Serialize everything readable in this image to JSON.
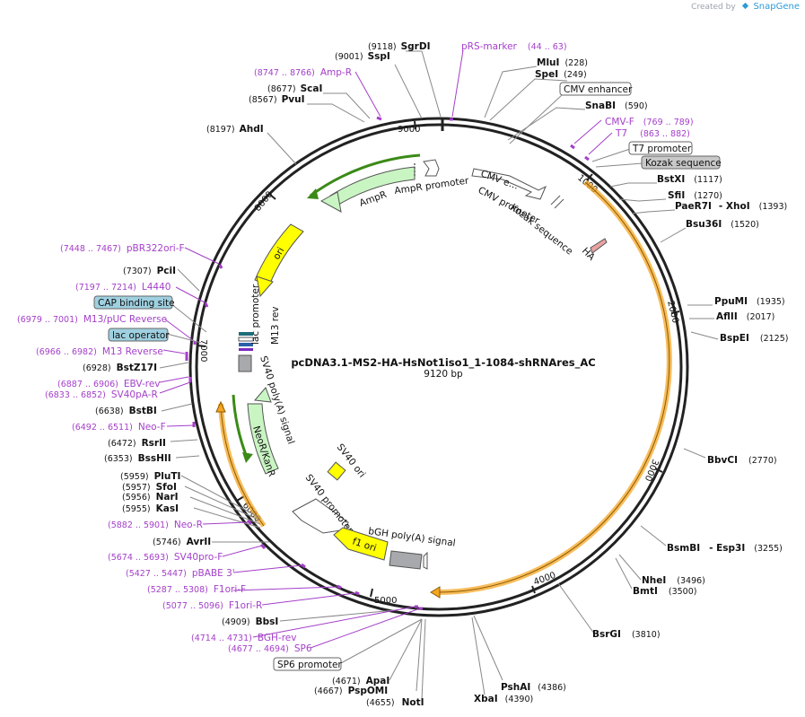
{
  "credit": {
    "prefix": "Created by",
    "brand": "SnapGene"
  },
  "plasmid": {
    "name": "pcDNA3.1-MS2-HA-HsNot1iso1_1-1084-shRNAres_AC",
    "size_label": "9120 bp",
    "length": 9120
  },
  "ticks": [
    "1000",
    "2000",
    "3000",
    "4000",
    "5000",
    "6000",
    "7000",
    "8000",
    "9000"
  ],
  "sites": [
    {
      "name": "SgrDI",
      "pos": "(9118)"
    },
    {
      "name": "SspI",
      "pos": "(9001)"
    },
    {
      "name": "ScaI",
      "pos": "(8677)"
    },
    {
      "name": "PvuI",
      "pos": "(8567)"
    },
    {
      "name": "AhdI",
      "pos": "(8197)"
    },
    {
      "name": "MluI",
      "pos": "(228)"
    },
    {
      "name": "SpeI",
      "pos": "(249)"
    },
    {
      "name": "SnaBI",
      "pos": "(590)"
    },
    {
      "name": "BstXI",
      "pos": "(1117)"
    },
    {
      "name": "SfiI",
      "pos": "(1270)"
    },
    {
      "name": "PaeR7I",
      "pos": ""
    },
    {
      "name": "- XhoI",
      "pos": "(1393)"
    },
    {
      "name": "Bsu36I",
      "pos": "(1520)"
    },
    {
      "name": "PpuMI",
      "pos": "(1935)"
    },
    {
      "name": "AflII",
      "pos": "(2017)"
    },
    {
      "name": "BspEI",
      "pos": "(2125)"
    },
    {
      "name": "BbvCI",
      "pos": "(2770)"
    },
    {
      "name": "BsmBI",
      "pos": ""
    },
    {
      "name": "- Esp3I",
      "pos": "(3255)"
    },
    {
      "name": "NheI",
      "pos": "(3496)"
    },
    {
      "name": "BmtI",
      "pos": "(3500)"
    },
    {
      "name": "BsrGI",
      "pos": "(3810)"
    },
    {
      "name": "PshAI",
      "pos": "(4386)"
    },
    {
      "name": "XbaI",
      "pos": "(4390)"
    },
    {
      "name": "NotI",
      "pos": "(4655)"
    },
    {
      "name": "PspOMI",
      "pos": "(4667)"
    },
    {
      "name": "ApaI",
      "pos": "(4671)"
    },
    {
      "name": "BbsI",
      "pos": "(4909)"
    },
    {
      "name": "AvrII",
      "pos": "(5746)"
    },
    {
      "name": "KasI",
      "pos": "(5955)"
    },
    {
      "name": "NarI",
      "pos": "(5956)"
    },
    {
      "name": "SfoI",
      "pos": "(5957)"
    },
    {
      "name": "PluTI",
      "pos": "(5959)"
    },
    {
      "name": "BssHII",
      "pos": "(6353)"
    },
    {
      "name": "RsrII",
      "pos": "(6472)"
    },
    {
      "name": "BstBI",
      "pos": "(6638)"
    },
    {
      "name": "BstZ17I",
      "pos": "(6928)"
    },
    {
      "name": "PciI",
      "pos": "(7307)"
    }
  ],
  "primers": [
    {
      "name": "pRS-marker",
      "pos": "(44 .. 63)"
    },
    {
      "name": "Amp-R",
      "pos": "(8747 .. 8766)"
    },
    {
      "name": "CMV-F",
      "pos": "(769 .. 789)"
    },
    {
      "name": "T7",
      "pos": "(863 .. 882)"
    },
    {
      "name": "pBR322ori-F",
      "pos": "(7448 .. 7467)"
    },
    {
      "name": "L4440",
      "pos": "(7197 .. 7214)"
    },
    {
      "name": "M13/pUC Reverse",
      "pos": "(6979 .. 7001)"
    },
    {
      "name": "M13 Reverse",
      "pos": "(6966 .. 6982)"
    },
    {
      "name": "EBV-rev",
      "pos": "(6887 .. 6906)"
    },
    {
      "name": "SV40pA-R",
      "pos": "(6833 .. 6852)"
    },
    {
      "name": "Neo-F",
      "pos": "(6492 .. 6511)"
    },
    {
      "name": "Neo-R",
      "pos": "(5882 .. 5901)"
    },
    {
      "name": "SV40pro-F",
      "pos": "(5674 .. 5693)"
    },
    {
      "name": "pBABE 3'",
      "pos": "(5427 .. 5447)"
    },
    {
      "name": "F1ori-F",
      "pos": "(5287 .. 5308)"
    },
    {
      "name": "F1ori-R",
      "pos": "(5077 .. 5096)"
    },
    {
      "name": "BGH-rev",
      "pos": "(4714 .. 4731)"
    },
    {
      "name": "SP6",
      "pos": "(4677 .. 4694)"
    }
  ],
  "boxed": [
    {
      "name": "CMV enhancer",
      "fill": "#ffffff"
    },
    {
      "name": "T7 promoter",
      "fill": "#ffffff"
    },
    {
      "name": "Kozak sequence",
      "fill": "#c8c8c8"
    },
    {
      "name": "CAP binding site",
      "fill": "#9fd0e0"
    },
    {
      "name": "lac operator",
      "fill": "#9fd0e0"
    },
    {
      "name": "SP6 promoter",
      "fill": "#ffffff"
    }
  ],
  "features": {
    "ampr": "AmpR",
    "ampr_promoter": "AmpR promoter",
    "ori": "ori",
    "lac_promoter": "lac promoter",
    "m13_rev": "M13 rev",
    "sv40_polya": "SV40 poly(A) signal",
    "neor": "NeoR/KanR",
    "sv40_ori": "SV40 ori",
    "sv40_promoter": "SV40 promoter",
    "f1_ori": "f1 ori",
    "bgh_polya": "bGH poly(A) signal",
    "cmv_e": "CMV e…",
    "cmv_promoter": "CMV promoter",
    "kozak": "Kozak sequence",
    "ha": "HA"
  },
  "colors": {
    "backbone": "#222222",
    "primer": "#a43fc9",
    "ampr_fill": "#c9f5c3",
    "ampr_line": "#3b8a17",
    "ori_fill": "#ffff00",
    "orf_arc": "#f5a623",
    "grey_feature": "#a7a9ac",
    "leader": "#888888"
  }
}
